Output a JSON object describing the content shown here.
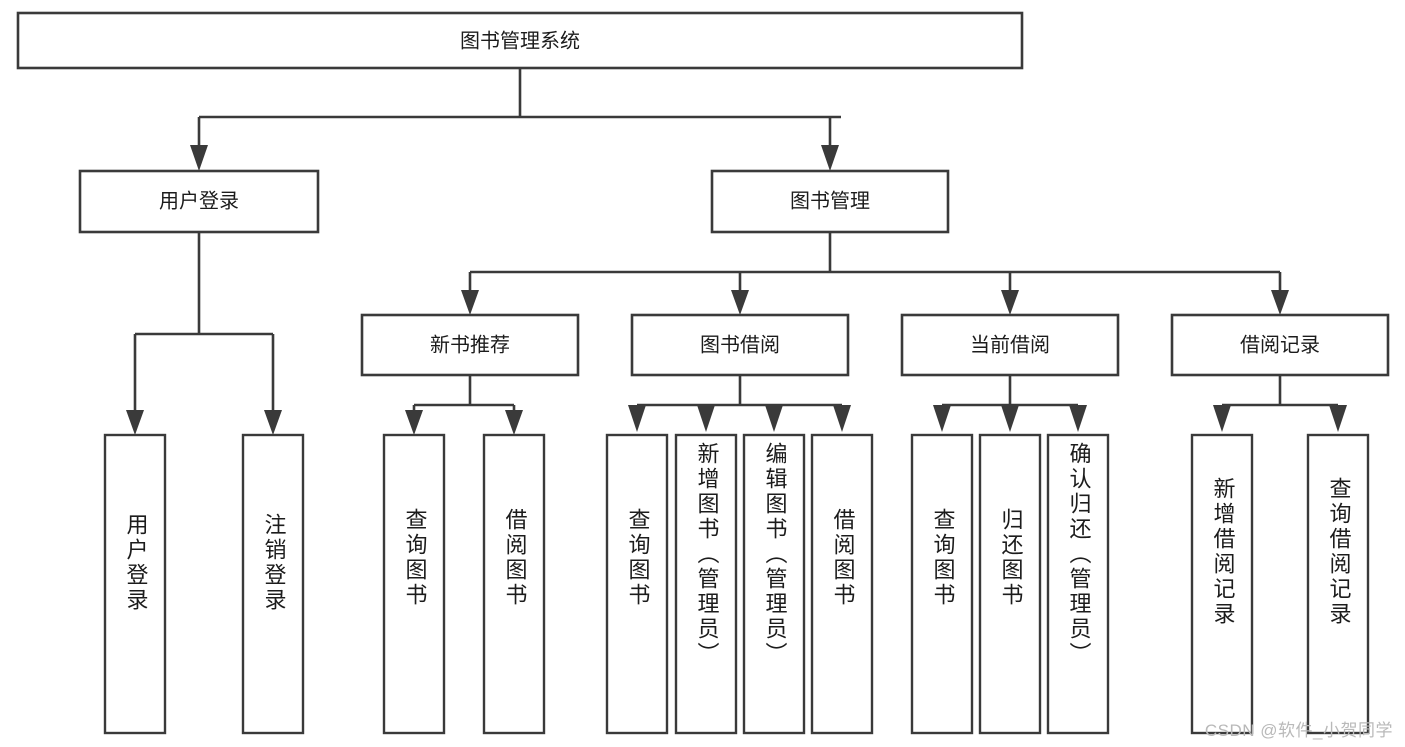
{
  "diagram": {
    "type": "tree-hierarchy",
    "title": "图书管理系统",
    "watermark": "CSDN @软件_小贺同学",
    "colors": {
      "stroke": "#3a3a3a",
      "fill": "#ffffff",
      "text": "#1c1c1c",
      "watermark": "#b9b9b9",
      "background": "#ffffff"
    },
    "root": {
      "label": "图书管理系统",
      "orientation": "horizontal"
    },
    "level2": [
      {
        "label": "用户登录",
        "orientation": "horizontal"
      },
      {
        "label": "图书管理",
        "orientation": "horizontal"
      }
    ],
    "level3": [
      {
        "label": "新书推荐",
        "orientation": "horizontal",
        "parent": "图书管理"
      },
      {
        "label": "图书借阅",
        "orientation": "horizontal",
        "parent": "图书管理"
      },
      {
        "label": "当前借阅",
        "orientation": "horizontal",
        "parent": "图书管理"
      },
      {
        "label": "借阅记录",
        "orientation": "horizontal",
        "parent": "图书管理"
      }
    ],
    "leaves": [
      {
        "label": "用户登录",
        "parent": "用户登录",
        "orientation": "vertical"
      },
      {
        "label": "注销登录",
        "parent": "用户登录",
        "orientation": "vertical"
      },
      {
        "label": "查询图书",
        "parent": "新书推荐",
        "orientation": "vertical"
      },
      {
        "label": "借阅图书",
        "parent": "新书推荐",
        "orientation": "vertical"
      },
      {
        "label": "查询图书",
        "parent": "图书借阅",
        "orientation": "vertical"
      },
      {
        "label": "新增图书（管理员）",
        "parent": "图书借阅",
        "orientation": "vertical"
      },
      {
        "label": "编辑图书（管理员）",
        "parent": "图书借阅",
        "orientation": "vertical"
      },
      {
        "label": "借阅图书",
        "parent": "图书借阅",
        "orientation": "vertical"
      },
      {
        "label": "查询图书",
        "parent": "当前借阅",
        "orientation": "vertical"
      },
      {
        "label": "归还图书",
        "parent": "当前借阅",
        "orientation": "vertical"
      },
      {
        "label": "确认归还（管理员）",
        "parent": "当前借阅",
        "orientation": "vertical"
      },
      {
        "label": "新增借阅记录",
        "parent": "借阅记录",
        "orientation": "vertical"
      },
      {
        "label": "查询借阅记录",
        "parent": "借阅记录",
        "orientation": "vertical"
      }
    ]
  }
}
